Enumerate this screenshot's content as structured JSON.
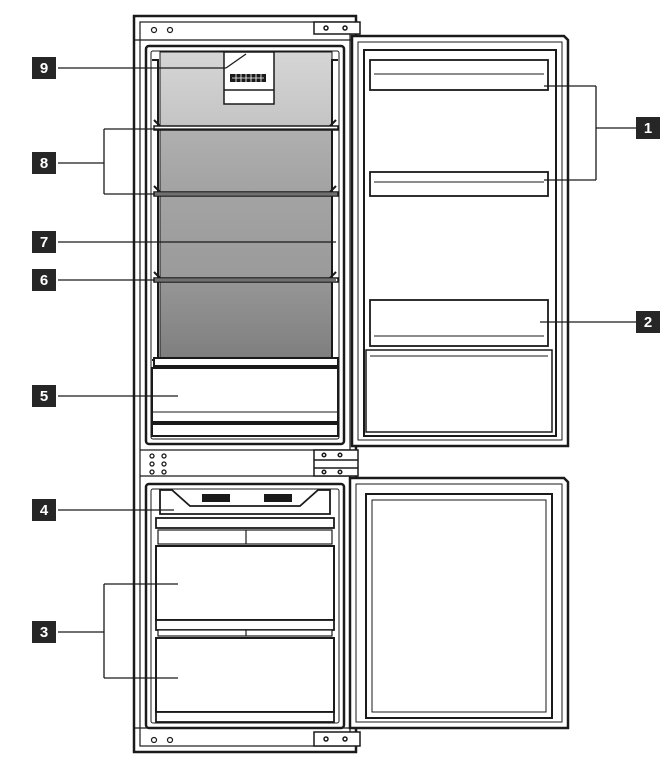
{
  "callouts": [
    {
      "id": "1",
      "label": "1"
    },
    {
      "id": "2",
      "label": "2"
    },
    {
      "id": "3",
      "label": "3"
    },
    {
      "id": "4",
      "label": "4"
    },
    {
      "id": "5",
      "label": "5"
    },
    {
      "id": "6",
      "label": "6"
    },
    {
      "id": "7",
      "label": "7"
    },
    {
      "id": "8",
      "label": "8"
    },
    {
      "id": "9",
      "label": "9"
    }
  ],
  "colors": {
    "outline": "#1a1a1a",
    "callout_box": "#262626",
    "callout_text": "#ffffff",
    "glass_shelf_light": "#cfcfcf",
    "glass_shelf_mid": "#a8a8a8",
    "glass_shelf_dark": "#8c8c8c"
  },
  "icons": [
    "fridge-diagram",
    "light-panel-icon",
    "hinge-icon",
    "vent-icon"
  ]
}
